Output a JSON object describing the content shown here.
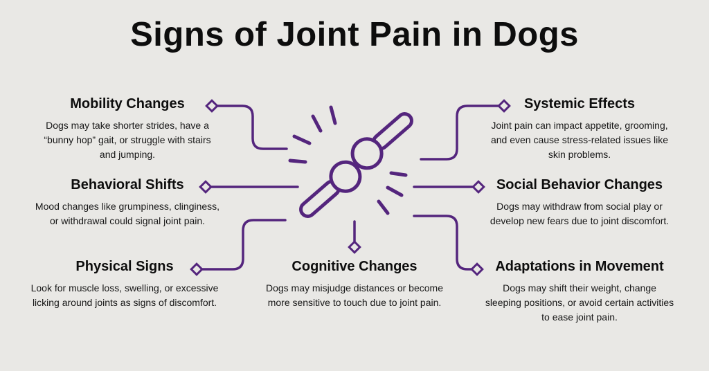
{
  "title": "Signs of Joint Pain in Dogs",
  "colors": {
    "background": "#e9e8e5",
    "accent_purple": "#54257d",
    "text": "#0d0d0d"
  },
  "icons": {
    "center": "dog-joint-pain-icon",
    "connector_marker": "diamond-marker"
  },
  "sections": {
    "left": [
      {
        "heading": "Mobility Changes",
        "body": "Dogs may take shorter strides, have a “bunny hop” gait, or struggle with stairs and jumping."
      },
      {
        "heading": "Behavioral Shifts",
        "body": "Mood changes like grumpiness, clinginess, or withdrawal could signal joint pain."
      },
      {
        "heading": "Physical Signs",
        "body": "Look for muscle loss, swelling, or excessive licking around joints as signs of discomfort."
      }
    ],
    "right": [
      {
        "heading": "Systemic Effects",
        "body": "Joint pain can impact appetite, grooming, and even cause stress-related issues like skin problems."
      },
      {
        "heading": "Social Behavior Changes",
        "body": "Dogs may withdraw from social play or develop new fears due to joint discomfort."
      },
      {
        "heading": "Adaptations in Movement",
        "body": "Dogs may shift their weight, change sleeping positions, or avoid certain activities to ease joint pain."
      }
    ],
    "bottom": {
      "heading": "Cognitive Changes",
      "body": "Dogs may misjudge distances or become more sensitive to touch due to joint pain."
    }
  }
}
